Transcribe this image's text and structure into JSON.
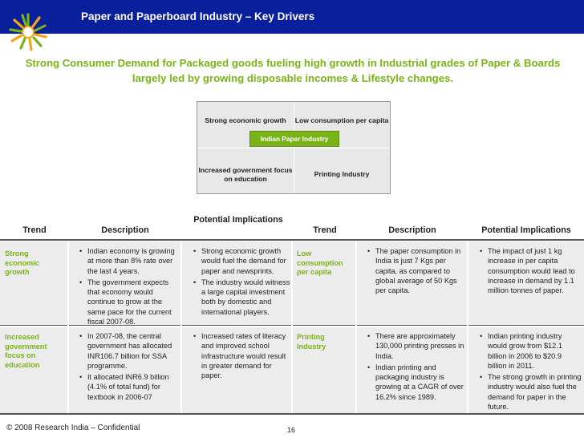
{
  "header": {
    "title": "Paper and Paperboard Industry – Key Drivers"
  },
  "subtitle": "Strong Consumer Demand for Packaged goods fueling high growth in Industrial grades of Paper & Boards largely led by growing disposable incomes & Lifestyle changes.",
  "diagram": {
    "top_left": "Strong economic growth",
    "top_right": "Low consumption per capita",
    "bottom_left": "Increased government focus on education",
    "bottom_right": "Printing Industry",
    "center": "Indian Paper Industry"
  },
  "table": {
    "headers": [
      "Trend",
      "Description",
      "Potential Implications",
      "Trend",
      "Description",
      "Potential Implications"
    ],
    "rows": [
      {
        "trend_left": "Strong economic growth",
        "desc_left": [
          "Indian economy is growing at more than 8% rate over the last 4 years.",
          "The government expects that economy would continue to grow at the same pace for the current fiscal 2007-08."
        ],
        "impl_left": [
          "Strong economic growth would fuel the demand for paper and newsprints.",
          "The industry would witness a large capital investment both by domestic and international players."
        ],
        "trend_right": "Low consumption per capita",
        "desc_right": [
          "The paper consumption in India is just 7 Kgs per capita, as compared to global average of 50 Kgs per capita."
        ],
        "impl_right": [
          "The impact of just 1 kg increase in per capita consumption would lead to increase in demand by 1.1 million tonnes of paper."
        ]
      },
      {
        "trend_left": "Increased government focus on education",
        "desc_left": [
          "In 2007-08, the central government has allocated INR106.7 billion for SSA programme.",
          "It allocated INR6.9 billion (4.1% of total fund) for textbook in 2006-07"
        ],
        "impl_left": [
          "Increased rates of literacy and improved school infrastructure would result in greater demand for paper."
        ],
        "trend_right": "Printing Industry",
        "desc_right": [
          "There are approximately 130,000 printing presses in India.",
          "Indian printing and packaging industry is growing at a CAGR of over 16.2% since 1989."
        ],
        "impl_right": [
          "Indian printing industry would grow from $12.1 billion in 2006 to $20.9 billion in 2011.",
          "The strong growth in printing industry would also fuel the demand for paper in the future."
        ]
      }
    ]
  },
  "footer": {
    "copyright": "© 2008 Research India – Confidential",
    "page_number": "16"
  },
  "colors": {
    "header_bg": "#0a1f9b",
    "accent_green": "#7ab317",
    "cell_bg": "#ececec"
  },
  "icons": {
    "logo": "sun-logo-icon"
  }
}
